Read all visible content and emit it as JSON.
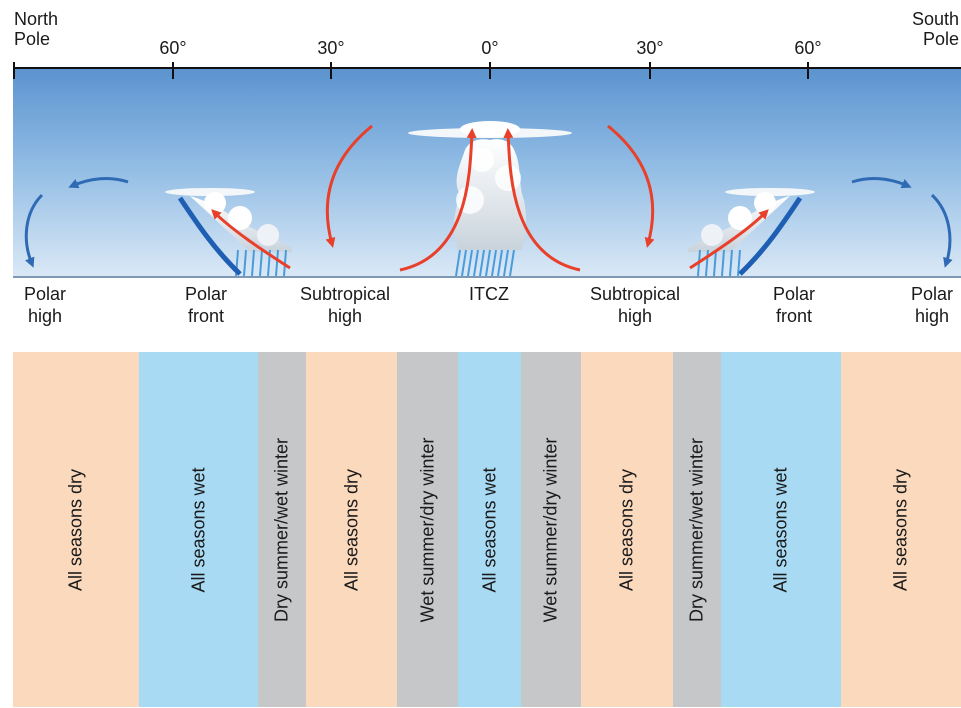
{
  "header": {
    "north_pole": [
      "North",
      "Pole"
    ],
    "south_pole": [
      "South",
      "Pole"
    ]
  },
  "latitude_ticks": [
    "60°",
    "30°",
    "0°",
    "30°",
    "60°"
  ],
  "zones": [
    {
      "line1": "Polar",
      "line2": "high"
    },
    {
      "line1": "Polar",
      "line2": "front"
    },
    {
      "line1": "Subtropical",
      "line2": "high"
    },
    {
      "line1": "ITCZ",
      "line2": ""
    },
    {
      "line1": "Subtropical",
      "line2": "high"
    },
    {
      "line1": "Polar",
      "line2": "front"
    },
    {
      "line1": "Polar",
      "line2": "high"
    }
  ],
  "bands": [
    {
      "label": "All seasons dry",
      "type": "dry"
    },
    {
      "label": "All seasons wet",
      "type": "wet"
    },
    {
      "label": "Dry summer/wet winter",
      "type": "seasonal"
    },
    {
      "label": "All seasons dry",
      "type": "dry"
    },
    {
      "label": "Wet summer/dry winter",
      "type": "seasonal"
    },
    {
      "label": "All seasons wet",
      "type": "wet"
    },
    {
      "label": "Wet summer/dry winter",
      "type": "seasonal"
    },
    {
      "label": "All seasons dry",
      "type": "dry"
    },
    {
      "label": "Dry summer/wet winter",
      "type": "seasonal"
    },
    {
      "label": "All seasons wet",
      "type": "wet"
    },
    {
      "label": "All seasons dry",
      "type": "dry"
    }
  ],
  "colors": {
    "dry": "#fbd9bd",
    "wet": "#a8daf3",
    "seasonal": "#c5c7c9",
    "circulation_arrow": "#e8402a",
    "polar_arrow": "#2f6bb5",
    "front": "#1f5fb3"
  }
}
